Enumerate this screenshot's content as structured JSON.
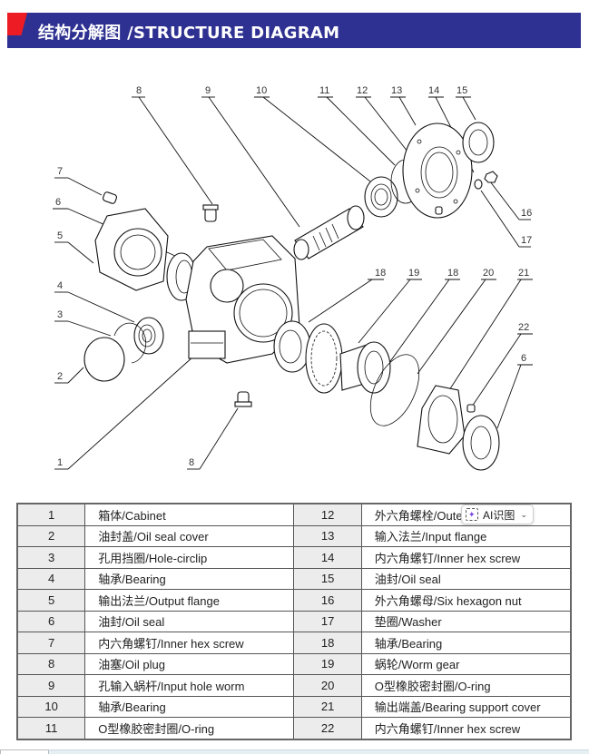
{
  "header": {
    "title": "结构分解图  /STRUCTURE DIAGRAM",
    "accent_color": "#ed1c24",
    "bar_color": "#2e3191"
  },
  "diagram": {
    "callouts": {
      "c1": "1",
      "c2": "2",
      "c3": "3",
      "c4": "4",
      "c5": "5",
      "c6a": "6",
      "c6b": "6",
      "c7": "7",
      "c8a": "8",
      "c8b": "8",
      "c9": "9",
      "c10": "10",
      "c11": "11",
      "c12": "12",
      "c13": "13",
      "c14": "14",
      "c15": "15",
      "c16": "16",
      "c17": "17",
      "c18a": "18",
      "c18b": "18",
      "c19": "19",
      "c20": "20",
      "c21": "21",
      "c22": "22"
    }
  },
  "parts_table": {
    "rows": [
      {
        "left_no": "1",
        "left_name": "箱体/Cabinet",
        "right_no": "12",
        "right_name": "外六角螺栓/Outer hex bolt"
      },
      {
        "left_no": "2",
        "left_name": "油封盖/Oil seal cover",
        "right_no": "13",
        "right_name": "输入法兰/Input flange"
      },
      {
        "left_no": "3",
        "left_name": "孔用挡圈/Hole-circlip",
        "right_no": "14",
        "right_name": "内六角螺钉/Inner hex screw"
      },
      {
        "left_no": "4",
        "left_name": "轴承/Bearing",
        "right_no": "15",
        "right_name": "油封/Oil seal"
      },
      {
        "left_no": "5",
        "left_name": "输出法兰/Output flange",
        "right_no": "16",
        "right_name": "外六角螺母/Six hexagon nut"
      },
      {
        "left_no": "6",
        "left_name": "油封/Oil seal",
        "right_no": "17",
        "right_name": "垫圈/Washer"
      },
      {
        "left_no": "7",
        "left_name": "内六角螺钉/Inner hex screw",
        "right_no": "18",
        "right_name": "轴承/Bearing"
      },
      {
        "left_no": "8",
        "left_name": "油塞/Oil plug",
        "right_no": "19",
        "right_name": "蜗轮/Worm gear"
      },
      {
        "left_no": "9",
        "left_name": "孔输入蜗杆/Input hole worm",
        "right_no": "20",
        "right_name": "O型橡胶密封圈/O-ring"
      },
      {
        "left_no": "10",
        "left_name": "轴承/Bearing",
        "right_no": "21",
        "right_name": "输出端盖/Bearing support cover"
      },
      {
        "left_no": "11",
        "left_name": "O型橡胶密封圈/O-ring",
        "right_no": "22",
        "right_name": "内六角螺钉/Inner hex screw"
      }
    ]
  },
  "overlay": {
    "ai_button_label": "AI识图",
    "ai_icon": "ai-scan-icon",
    "chevron_icon": "chevron-down-icon"
  }
}
